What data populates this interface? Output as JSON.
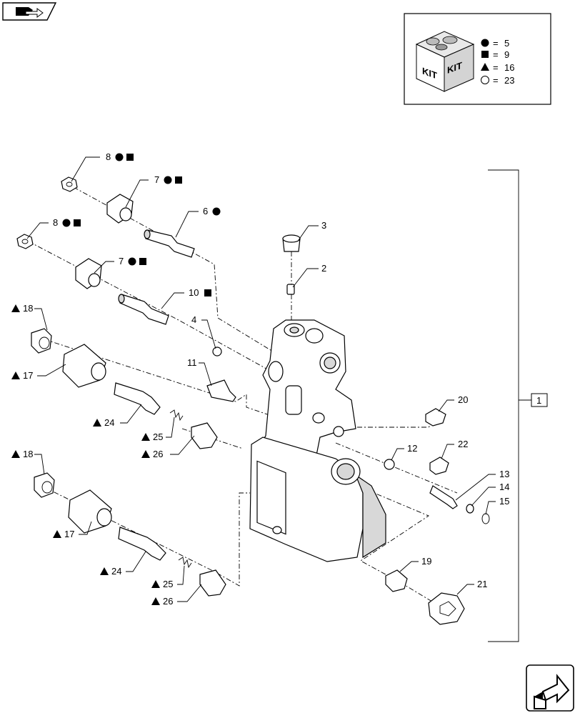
{
  "kit_legend": {
    "box_text": [
      "KIT",
      "KIT"
    ],
    "entries": [
      {
        "symbol": "filled-circle",
        "value": "5"
      },
      {
        "symbol": "filled-square",
        "value": "9"
      },
      {
        "symbol": "filled-triangle",
        "value": "16"
      },
      {
        "symbol": "open-circle",
        "value": "23"
      }
    ],
    "equals": "="
  },
  "assembly_label": "1",
  "callouts": [
    {
      "id": "c8a",
      "number": "8",
      "symbols": [
        "filled-circle",
        "filled-square"
      ]
    },
    {
      "id": "c7a",
      "number": "7",
      "symbols": [
        "filled-circle",
        "filled-square"
      ]
    },
    {
      "id": "c6",
      "number": "6",
      "symbols": [
        "filled-circle"
      ]
    },
    {
      "id": "c8b",
      "number": "8",
      "symbols": [
        "filled-circle",
        "filled-square"
      ]
    },
    {
      "id": "c7b",
      "number": "7",
      "symbols": [
        "filled-circle",
        "filled-square"
      ]
    },
    {
      "id": "c10",
      "number": "10",
      "symbols": [
        "filled-square"
      ]
    },
    {
      "id": "c3",
      "number": "3",
      "symbols": []
    },
    {
      "id": "c2",
      "number": "2",
      "symbols": []
    },
    {
      "id": "c4",
      "number": "4",
      "symbols": []
    },
    {
      "id": "c11",
      "number": "11",
      "symbols": []
    },
    {
      "id": "c18a",
      "number": "18",
      "symbols": [
        "filled-triangle"
      ]
    },
    {
      "id": "c17a",
      "number": "17",
      "symbols": [
        "filled-triangle"
      ]
    },
    {
      "id": "c24a",
      "number": "24",
      "symbols": [
        "filled-triangle"
      ]
    },
    {
      "id": "c25a",
      "number": "25",
      "symbols": [
        "filled-triangle"
      ]
    },
    {
      "id": "c26a",
      "number": "26",
      "symbols": [
        "filled-triangle"
      ]
    },
    {
      "id": "c18b",
      "number": "18",
      "symbols": [
        "filled-triangle"
      ]
    },
    {
      "id": "c17b",
      "number": "17",
      "symbols": [
        "filled-triangle"
      ]
    },
    {
      "id": "c24b",
      "number": "24",
      "symbols": [
        "filled-triangle"
      ]
    },
    {
      "id": "c25b",
      "number": "25",
      "symbols": [
        "filled-triangle"
      ]
    },
    {
      "id": "c26b",
      "number": "26",
      "symbols": [
        "filled-triangle"
      ]
    },
    {
      "id": "c20",
      "number": "20",
      "symbols": []
    },
    {
      "id": "c12",
      "number": "12",
      "symbols": []
    },
    {
      "id": "c22",
      "number": "22",
      "symbols": []
    },
    {
      "id": "c13",
      "number": "13",
      "symbols": []
    },
    {
      "id": "c14",
      "number": "14",
      "symbols": []
    },
    {
      "id": "c15",
      "number": "15",
      "symbols": []
    },
    {
      "id": "c19",
      "number": "19",
      "symbols": []
    },
    {
      "id": "c21",
      "number": "21",
      "symbols": []
    }
  ],
  "nav": {
    "back_icon": "return-arrow-icon",
    "next_icon": "forward-arrow-icon"
  }
}
